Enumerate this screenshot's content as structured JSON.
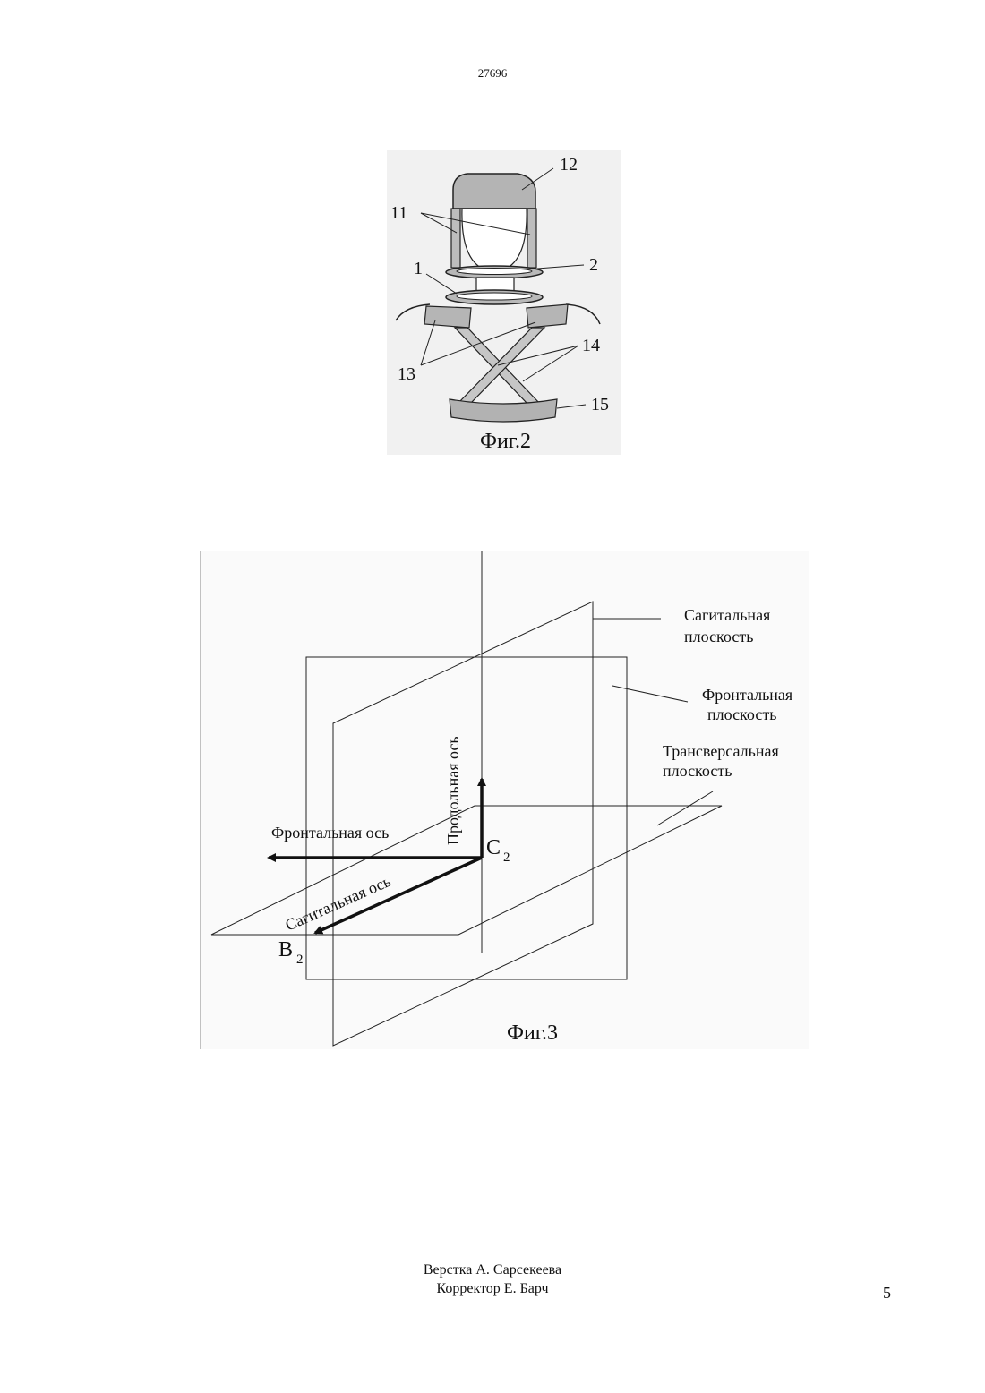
{
  "header": {
    "doc_number": "27696"
  },
  "figure2": {
    "caption": "Фиг.2",
    "labels": {
      "l12": "12",
      "l11": "11",
      "l2": "2",
      "l1": "1",
      "l13": "13",
      "l14": "14",
      "l15": "15"
    }
  },
  "figure3": {
    "caption": "Фиг.3",
    "plane_labels": {
      "sagittal_1": "Сагитальная",
      "sagittal_2": "плоскость",
      "frontal_1": "Фронтальная",
      "frontal_2": "плоскость",
      "transverse_1": "Трансверсальная",
      "transverse_2": "плоскость"
    },
    "axis_labels": {
      "longitudinal": "Продольная ось",
      "frontal": "Фронтальная ось",
      "sagittal": "Сагитальная ось"
    },
    "points": {
      "c": "C",
      "c_sub": "2",
      "b": "B",
      "b_sub": "2"
    }
  },
  "footer": {
    "layout": "Верстка А. Сарсекеева",
    "corrector": "Корректор Е. Барч",
    "page_number": "5"
  }
}
